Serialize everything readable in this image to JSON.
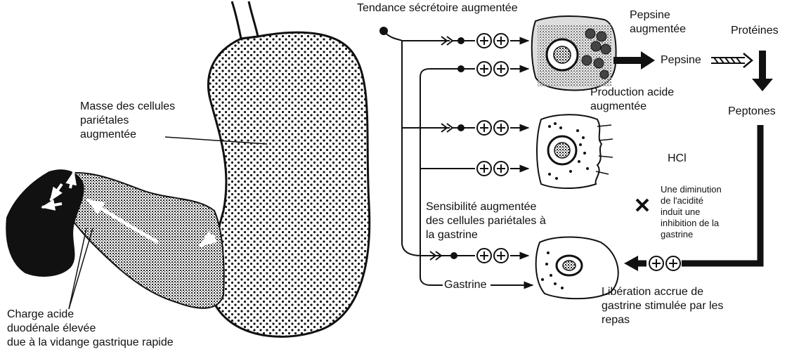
{
  "figure": {
    "top_label": "Tendance sécrétoire augmentée",
    "pepsine_aug": [
      "Pepsine",
      "augmentée"
    ],
    "proteines": "Protéines",
    "pepsine": "Pepsine",
    "production_acide": [
      "Production acide",
      "augmentée"
    ],
    "peptones": "Peptones",
    "hcl": "HCl",
    "masse": [
      "Masse des cellules",
      "pariétales",
      "augmentée"
    ],
    "diminution": [
      "Une diminution",
      "de l'acidité",
      "induit une",
      "inhibition de la",
      "gastrine"
    ],
    "sensibilite": [
      "Sensibilité augmentée",
      "des cellules pariétales à",
      "la gastrine"
    ],
    "gastrine": "Gastrine",
    "liberation": [
      "Libération accrue de",
      "gastrine stimulée par les",
      "repas"
    ],
    "charge": [
      "Charge acide",
      "duodénale élevée",
      "due à la vidange gastrique rapide"
    ]
  },
  "colors": {
    "ink": "#111111",
    "paper": "#ffffff",
    "shade": "#555555"
  }
}
